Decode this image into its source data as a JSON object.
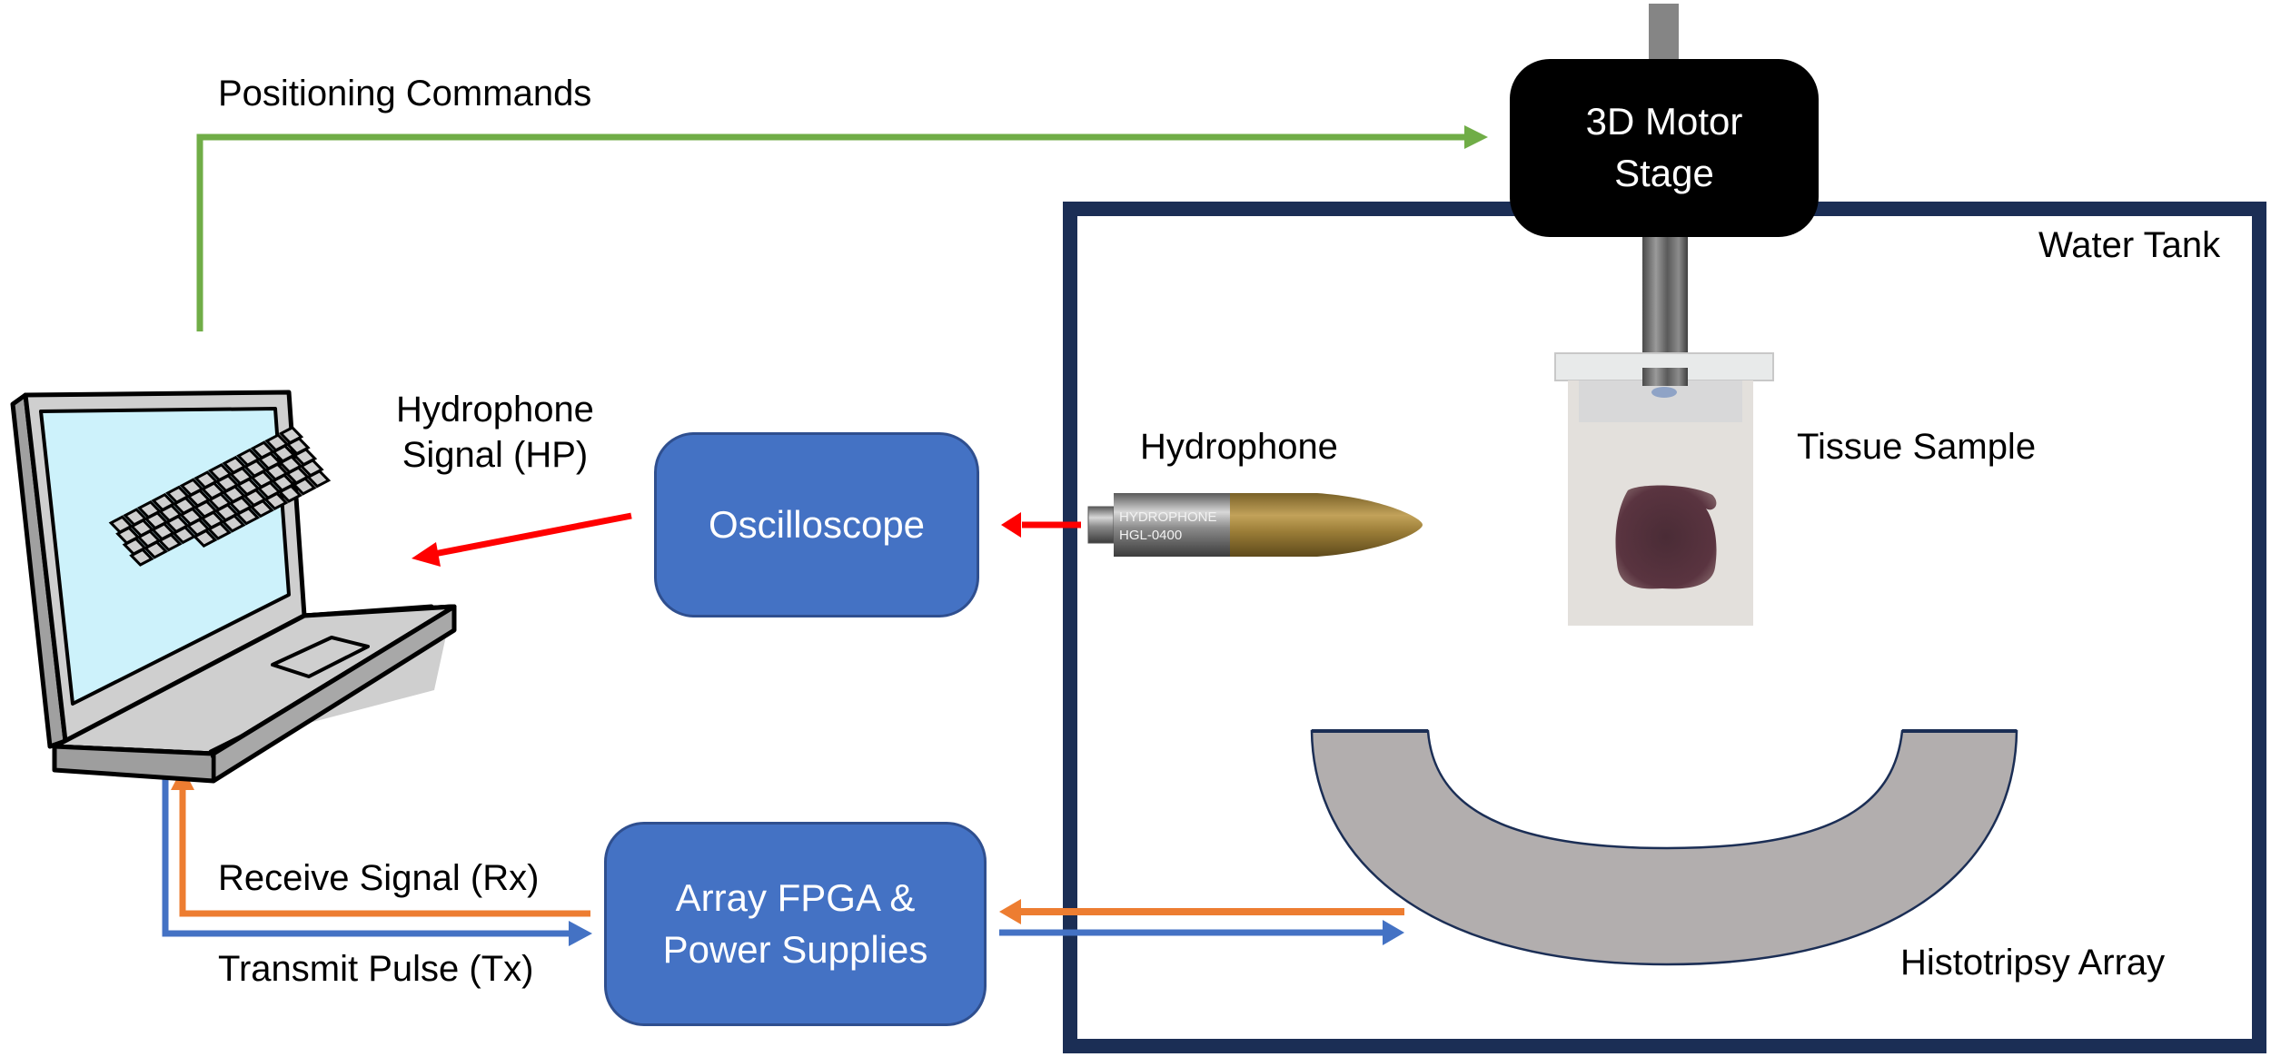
{
  "colors": {
    "positioning_arrow": "#70ad47",
    "hp_signal_arrow": "#ff0000",
    "receive_arrow": "#ed7d31",
    "transmit_arrow": "#4472c4",
    "tank_border": "#1b2e55",
    "block_fill": "#4472c4",
    "motor_stage_fill": "#000000",
    "array_fill": "#b2aeae",
    "laptop_screen": "#cdf2fb"
  },
  "labels": {
    "positioning_commands": "Positioning Commands",
    "hydrophone_signal_line1": "Hydrophone",
    "hydrophone_signal_line2": "Signal (HP)",
    "receive_signal": "Receive Signal (Rx)",
    "transmit_pulse": "Transmit Pulse (Tx)",
    "water_tank": "Water Tank",
    "hydrophone": "Hydrophone",
    "tissue_sample": "Tissue Sample",
    "histotripsy_array": "Histotripsy Array"
  },
  "blocks": {
    "motor_stage_line1": "3D Motor",
    "motor_stage_line2": "Stage",
    "oscilloscope": "Oscilloscope",
    "fpga_line1": "Array FPGA &",
    "fpga_line2": "Power Supplies"
  },
  "hydrophone_device": {
    "brand_text": "HYDROPHONE",
    "model_text": "HGL-0400"
  }
}
